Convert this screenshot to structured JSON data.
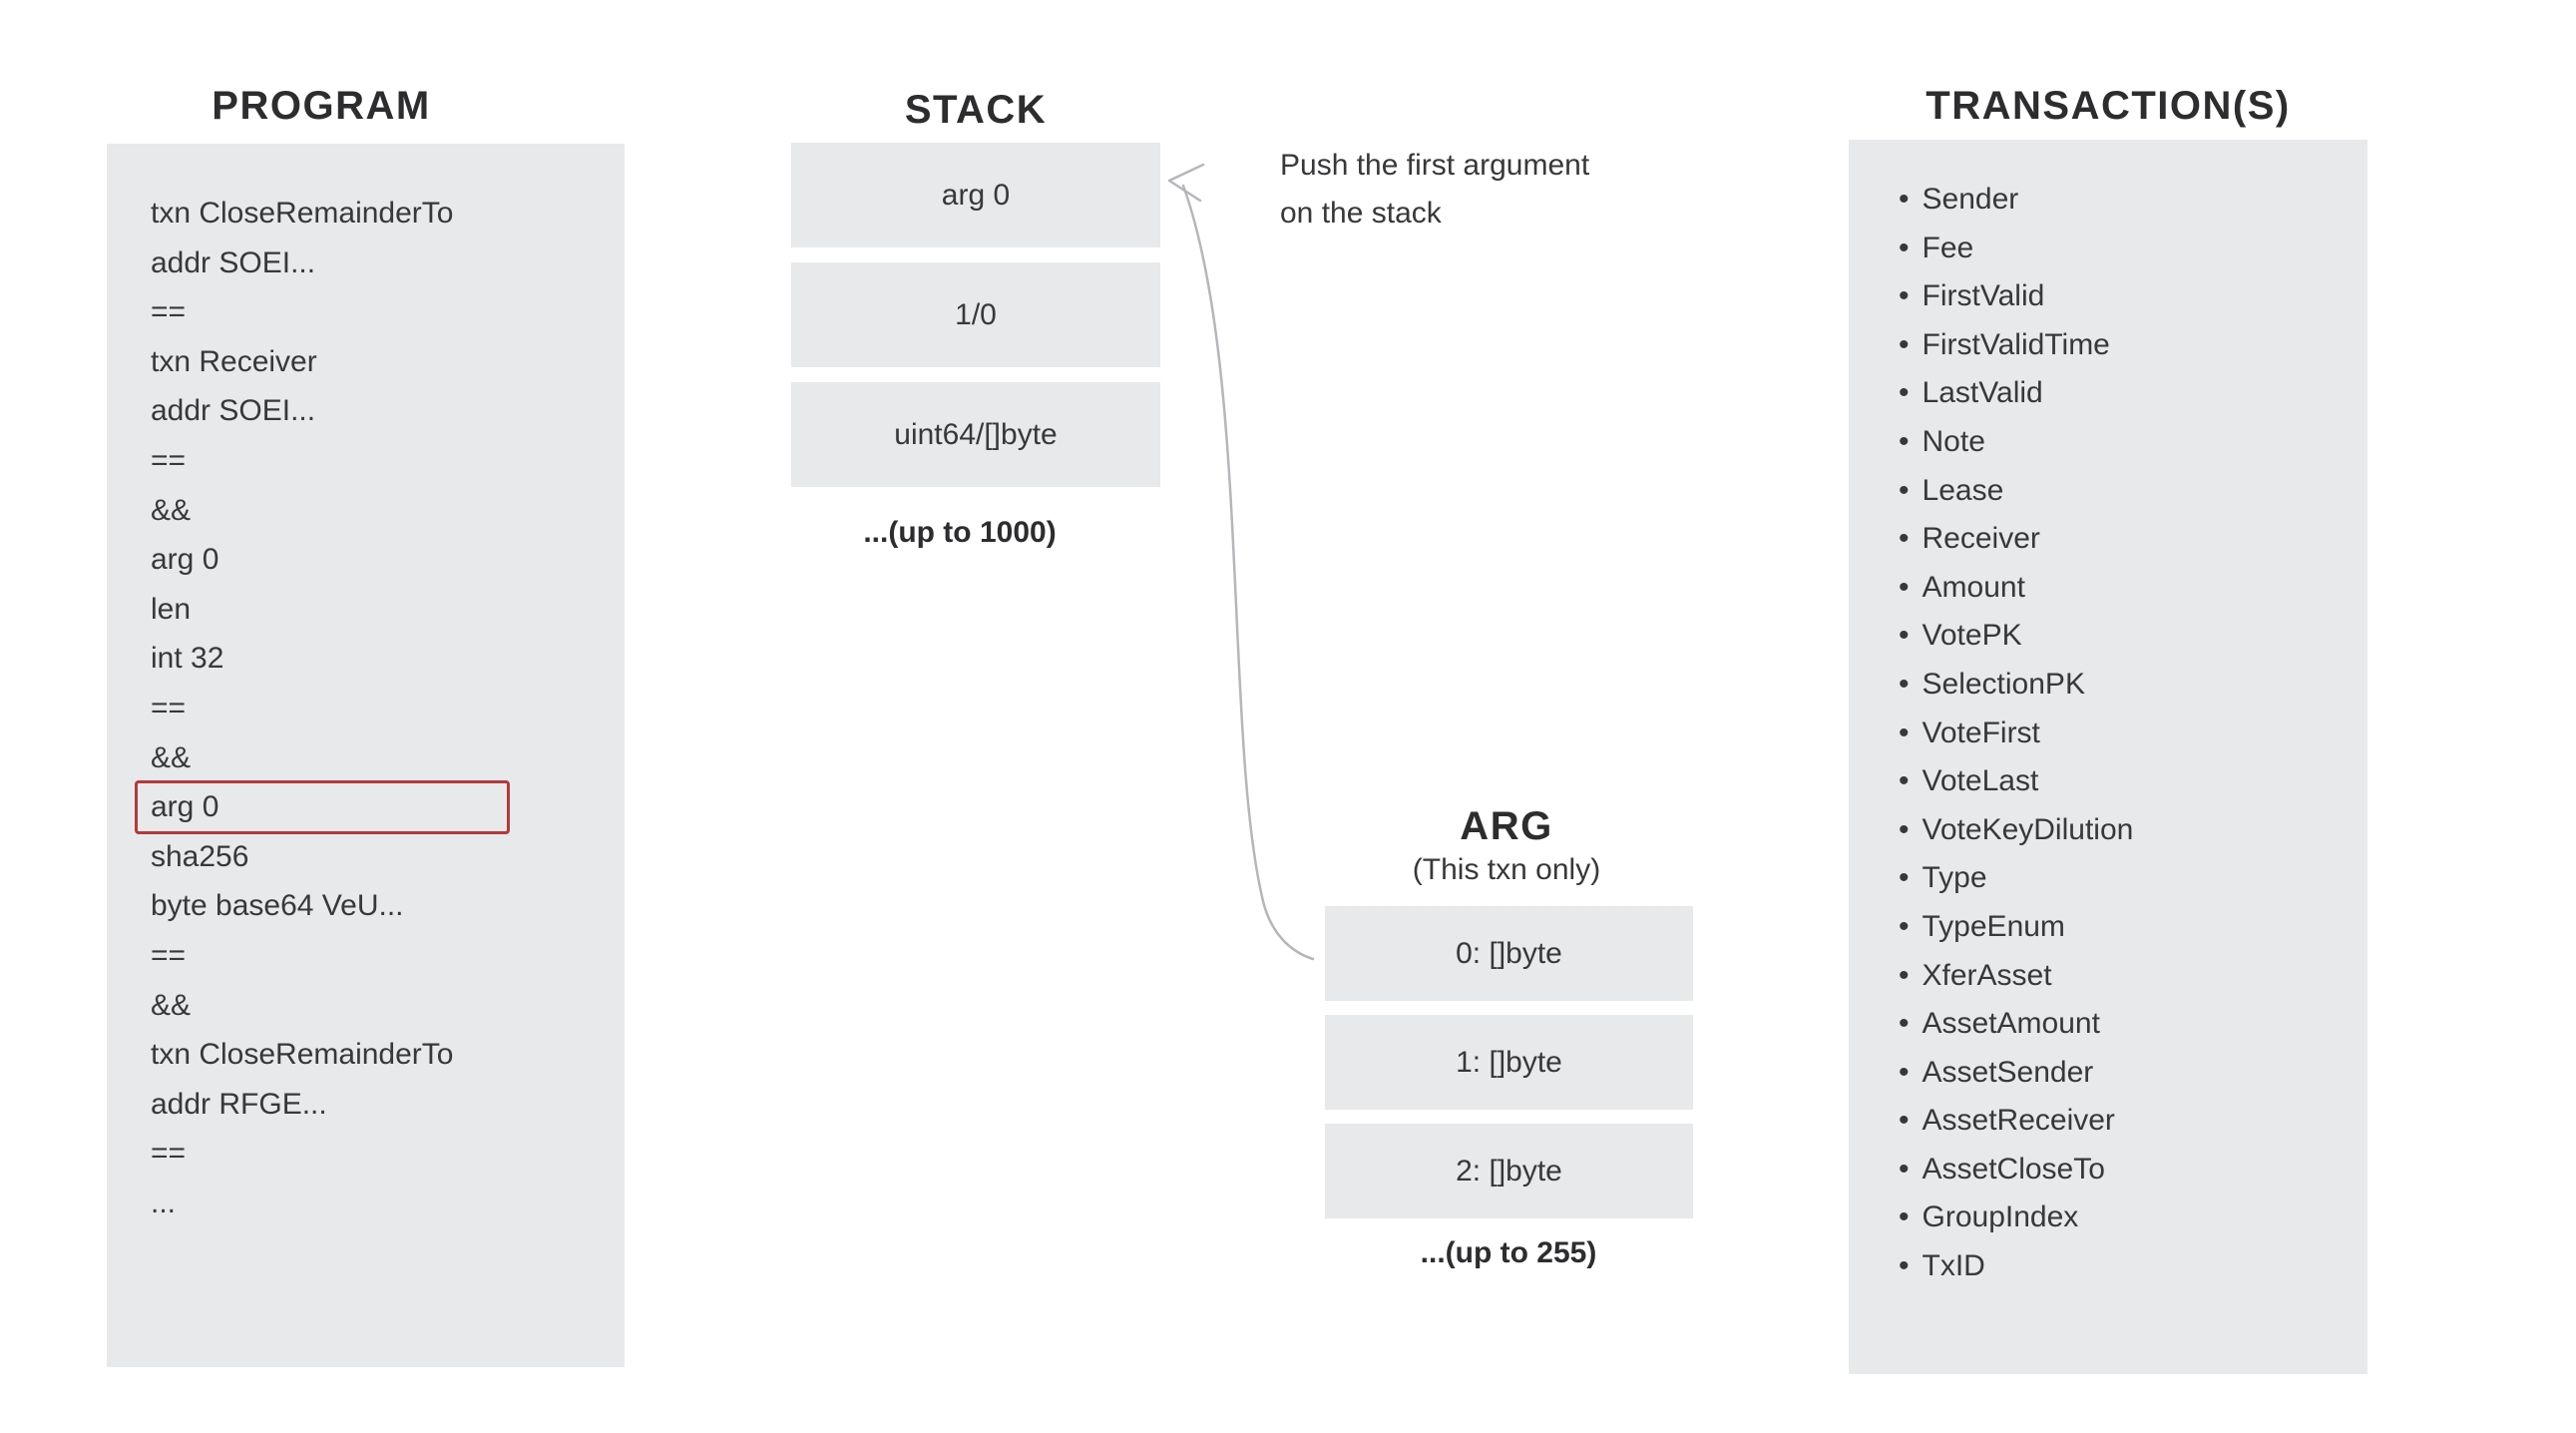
{
  "colors": {
    "panel_bg": "#e8e9eb",
    "text": "#38383a",
    "highlight_border": "#b23a3a",
    "arrow": "#b6b6ba"
  },
  "program": {
    "title": "PROGRAM",
    "lines": [
      "txn CloseRemainderTo",
      "addr SOEI...",
      "==",
      "txn Receiver",
      "addr SOEI...",
      "==",
      "&&",
      "arg 0",
      "len",
      "int 32",
      "==",
      "&&",
      "arg 0",
      "sha256",
      "byte base64 VeU...",
      "==",
      "&&",
      "txn CloseRemainderTo",
      "addr RFGE...",
      "==",
      "..."
    ],
    "highlighted_line_index": 12
  },
  "stack": {
    "title": "STACK",
    "boxes": [
      "arg 0",
      "1/0",
      "uint64/[]byte"
    ],
    "overflow_note": "...(up to 1000)"
  },
  "annotation": {
    "line1": "Push the first argument",
    "line2": "on the stack"
  },
  "arg": {
    "title": "ARG",
    "subtitle": "(This txn only)",
    "boxes": [
      "0: []byte",
      "1: []byte",
      "2: []byte"
    ],
    "overflow_note": "...(up to 255)"
  },
  "transactions": {
    "title": "TRANSACTION(S)",
    "fields": [
      "Sender",
      "Fee",
      "FirstValid",
      "FirstValidTime",
      "LastValid",
      "Note",
      "Lease",
      "Receiver",
      "Amount",
      "VotePK",
      "SelectionPK",
      "VoteFirst",
      "VoteLast",
      "VoteKeyDilution",
      "Type",
      "TypeEnum",
      "XferAsset",
      "AssetAmount",
      "AssetSender",
      "AssetReceiver",
      "AssetCloseTo",
      "GroupIndex",
      "TxID"
    ]
  }
}
